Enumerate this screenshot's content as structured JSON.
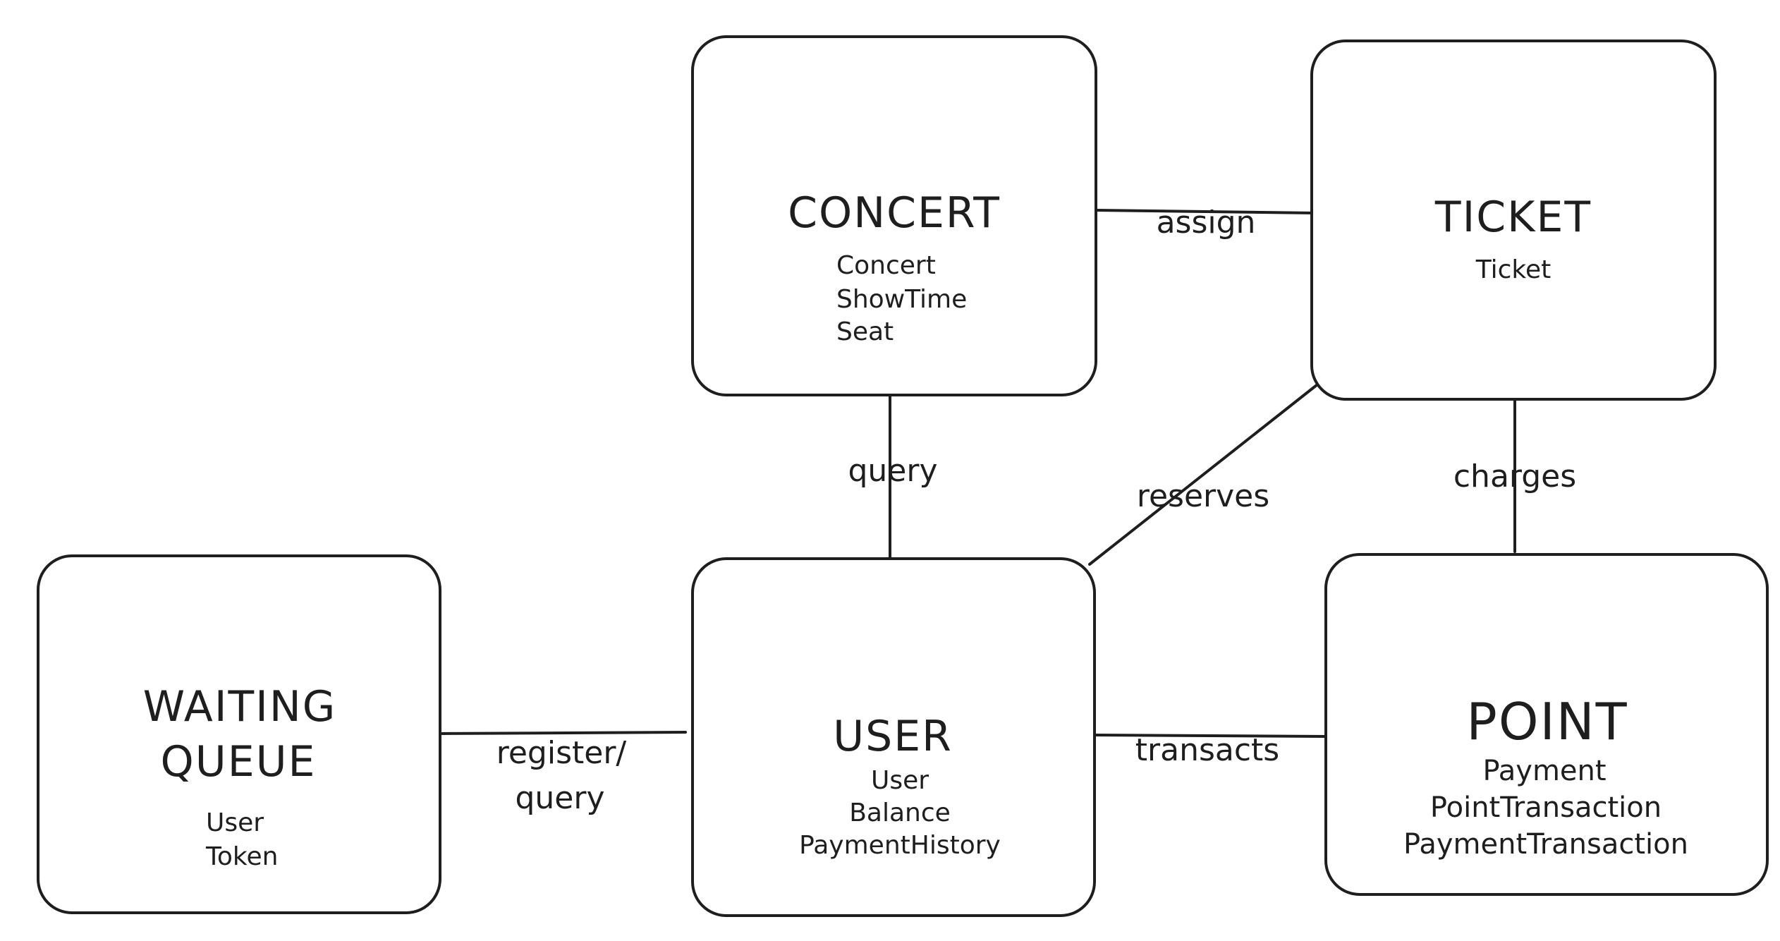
{
  "entities": {
    "concert": {
      "title": "CONCERT",
      "items": [
        "Concert",
        "ShowTime",
        "Seat"
      ]
    },
    "ticket": {
      "title": "TICKET",
      "items": [
        "Ticket"
      ]
    },
    "waiting_queue": {
      "title_lines": [
        "WAITING",
        "QUEUE"
      ],
      "items": [
        "User",
        "Token"
      ]
    },
    "user": {
      "title": "USER",
      "items": [
        "User",
        "Balance",
        "PaymentHistory"
      ]
    },
    "point": {
      "title": "POINT",
      "items": [
        "Payment",
        "PointTransaction",
        "PaymentTransaction"
      ]
    }
  },
  "relations": {
    "assign": "assign",
    "query": "query",
    "reserves": "reserves",
    "charges": "charges",
    "register_query_lines": [
      "register/",
      "query"
    ],
    "transacts": "transacts"
  }
}
